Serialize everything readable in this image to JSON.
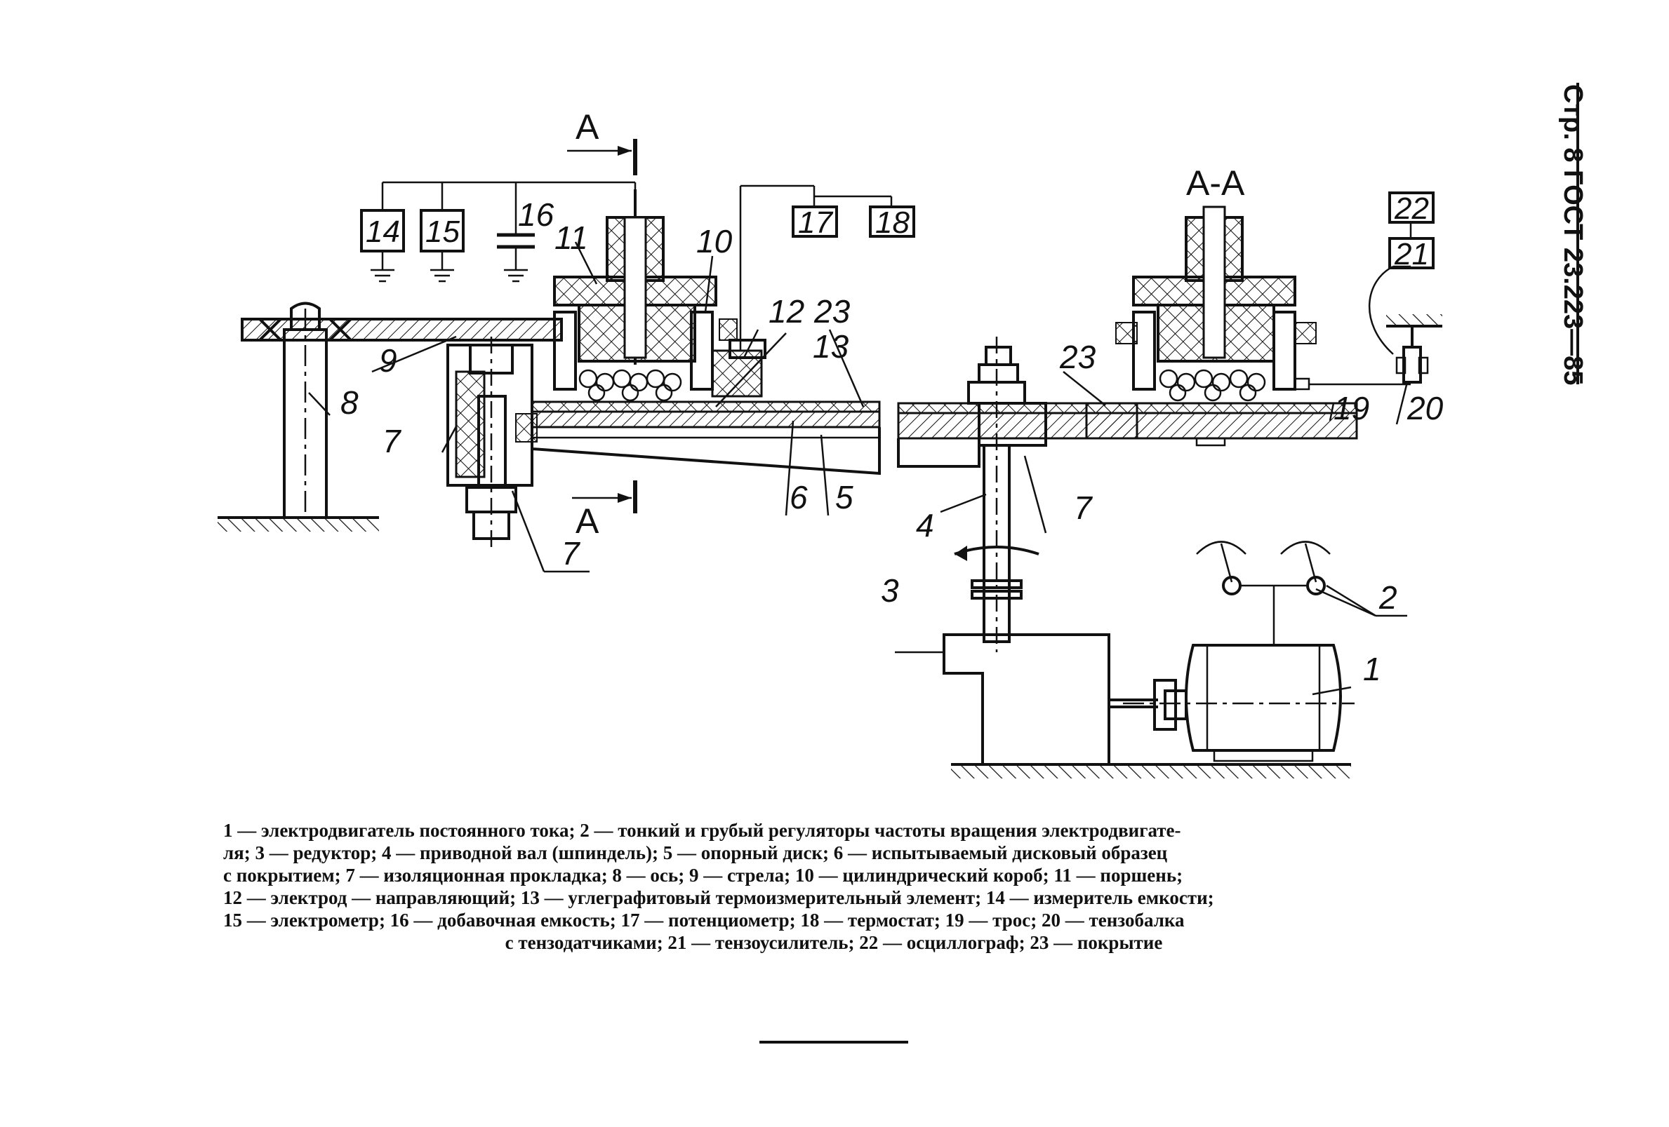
{
  "header": {
    "text": "Стр. 8 ГОСТ 23.223—85"
  },
  "diagram": {
    "section_marks": {
      "top": "А",
      "bottom": "А",
      "view_title": "А-А"
    },
    "box_labels": [
      "14",
      "15",
      "17",
      "18",
      "21",
      "22"
    ],
    "part_labels": {
      "l1": "1",
      "l2": "2",
      "l3": "3",
      "l4": "4",
      "l5": "5",
      "l6": "6",
      "l7a": "7",
      "l7b": "7",
      "l7c": "7",
      "l8": "8",
      "l9": "9",
      "l10": "10",
      "l11": "11",
      "l12": "12",
      "l13": "13",
      "l16": "16",
      "l19": "19",
      "l20": "20",
      "l23a": "23",
      "l23b": "23"
    }
  },
  "caption": {
    "lines": [
      "1 — электродвигатель постоянного тока; 2 — тонкий и грубый регуляторы частоты вращения электродвигате-",
      "ля; 3 — редуктор; 4 — приводной вал (шпиндель); 5 — опорный диск; 6 — испытываемый дисковый образец",
      "с покрытием; 7 — изоляционная прокладка; 8 — ось; 9 — стрела; 10 — цилиндрический короб; 11 — поршень;",
      "12 — электрод — направляющий; 13 — углеграфитовый термоизмерительный элемент; 14 — измеритель емкости;",
      "15 — электрометр; 16 — добавочная емкость; 17 — потенциометр; 18 — термостат; 19 — трос; 20 — тензобалка",
      "с тензодатчиками; 21 — тензоусилитель; 22 — осциллограф; 23 — покрытие"
    ]
  }
}
